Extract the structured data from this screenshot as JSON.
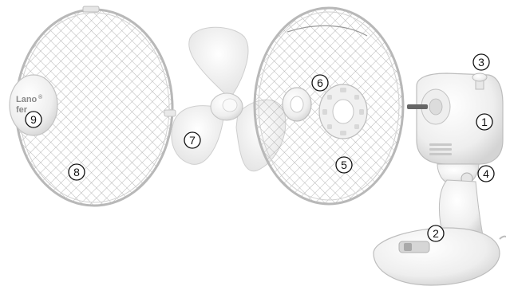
{
  "figure": {
    "title": "",
    "brand_logo": {
      "line1": "Lano",
      "line2": "fer",
      "mark": "®"
    },
    "callouts": [
      {
        "id": "c1",
        "label": "1",
        "part": "motor-housing"
      },
      {
        "id": "c2",
        "label": "2",
        "part": "base"
      },
      {
        "id": "c3",
        "label": "3",
        "part": "oscillation-knob"
      },
      {
        "id": "c4",
        "label": "4",
        "part": "tilt-adjustment-screw"
      },
      {
        "id": "c5",
        "label": "5",
        "part": "rear-grille"
      },
      {
        "id": "c6",
        "label": "6",
        "part": "grille-locking-nut"
      },
      {
        "id": "c7",
        "label": "7",
        "part": "fan-blade"
      },
      {
        "id": "c8",
        "label": "8",
        "part": "front-grille"
      },
      {
        "id": "c9",
        "label": "9",
        "part": "front-grille-badge"
      }
    ]
  },
  "colors": {
    "plastic": "#f1f1f1",
    "plastic_edge": "#c9c9c9",
    "grille_wire": "#9b9b9b",
    "blade": "#ededed",
    "shaft": "#555555"
  }
}
